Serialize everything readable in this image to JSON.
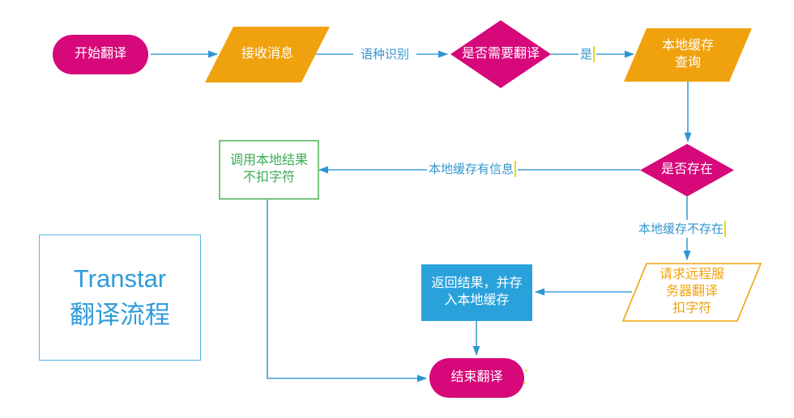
{
  "title": {
    "text": "Transtar\n翻译流程"
  },
  "colors": {
    "node_magenta": "#D6087A",
    "node_orange": "#F0A20E",
    "node_blue": "#29A2DC",
    "green_border": "#7CC47F",
    "green_text": "#3BAD54",
    "edge_blue": "#3E9FD8",
    "edge_label_blue": "#3496CE",
    "title_blue": "#2E9BDB",
    "caret_yellow": "#E3DA1A"
  },
  "nodes": {
    "start": {
      "label": "开始翻译",
      "type": "terminator"
    },
    "receive": {
      "label": "接收消息",
      "type": "io-parallelogram"
    },
    "need_translate": {
      "label": "是否需要翻译",
      "type": "decision"
    },
    "local_cache_query": {
      "label": "本地缓存\n查询",
      "type": "io-parallelogram"
    },
    "exists": {
      "label": "是否存在",
      "type": "decision"
    },
    "use_local": {
      "label": "调用本地结果\n不扣字符",
      "type": "process"
    },
    "remote_request": {
      "label": "请求远程服\n务器翻译\n扣字符",
      "type": "io-parallelogram-outline"
    },
    "return_result": {
      "label": "返回结果，并存\n入本地缓存",
      "type": "process"
    },
    "end": {
      "label": "结束翻译",
      "type": "terminator"
    }
  },
  "edge_labels": {
    "language_detect": "语种识别",
    "yes": "是",
    "cache_has_info": "本地缓存有信息",
    "cache_not_exists": "本地缓存不存在"
  }
}
